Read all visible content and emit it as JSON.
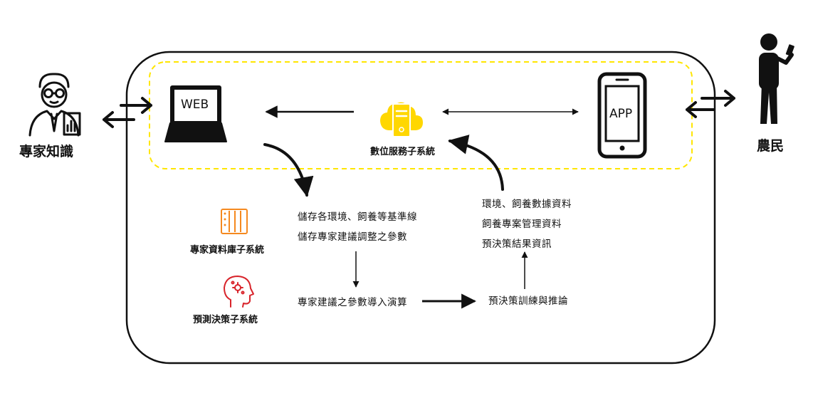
{
  "actors": {
    "expert": {
      "label": "專家知識",
      "icon": "expert-person-icon"
    },
    "farmer": {
      "label": "農民",
      "icon": "person-with-phone-icon"
    }
  },
  "devices": {
    "web": {
      "label": "WEB",
      "icon": "laptop-icon"
    },
    "app": {
      "label": "APP",
      "icon": "smartphone-icon"
    }
  },
  "subsystems": {
    "digital_service": {
      "label": "數位服務子系統",
      "icon": "cloud-server-icon",
      "color": "#FFD700"
    },
    "expert_db": {
      "label": "專家資料庫子系統",
      "icon": "database-server-icon",
      "color": "#F5891F"
    },
    "prediction": {
      "label": "預測決策子系統",
      "icon": "brain-head-icon",
      "color": "#D8242B"
    }
  },
  "notes": {
    "storage": [
      "儲存各環境、飼養等基準線",
      "儲存專家建議調整之參數"
    ],
    "app_data": [
      "環境、飼養數據資料",
      "飼養專案管理資料",
      "預決策結果資訊"
    ],
    "import": "專家建議之參數導入演算",
    "training": "預決策訓練與推論"
  },
  "colors": {
    "dashed_border": "#FFE600",
    "line": "#111111"
  }
}
